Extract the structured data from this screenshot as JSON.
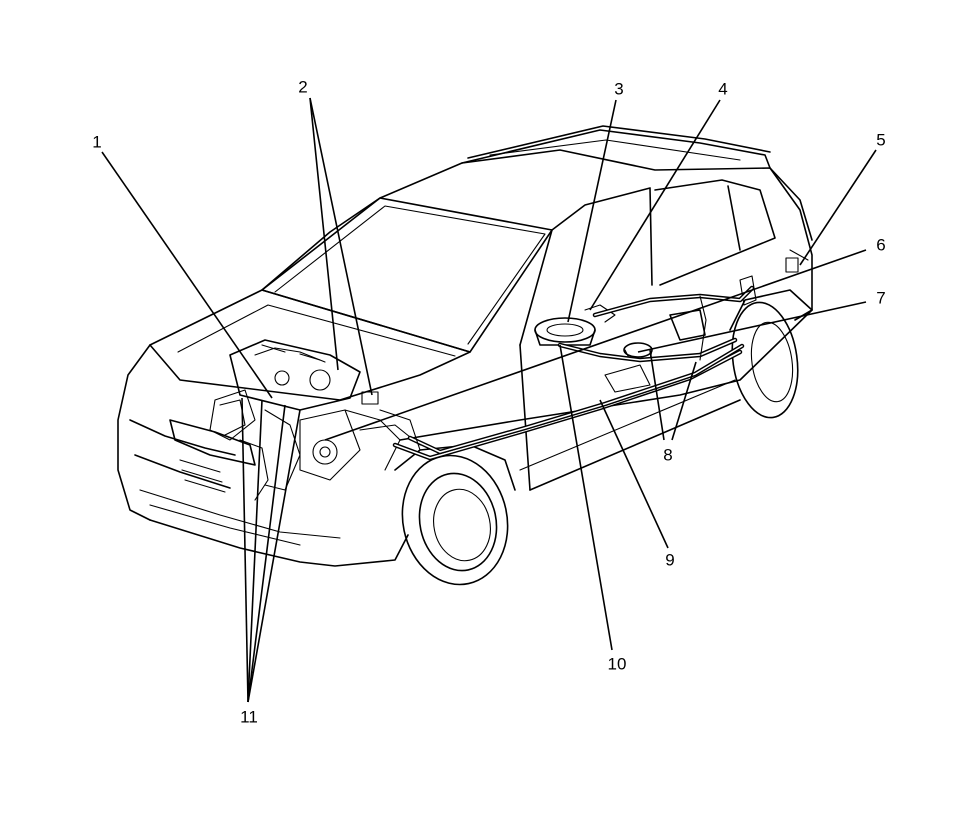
{
  "diagram": {
    "background_color": "#ffffff",
    "line_color": "#000000",
    "callouts": [
      {
        "id": "1",
        "label": "1"
      },
      {
        "id": "2",
        "label": "2"
      },
      {
        "id": "3",
        "label": "3"
      },
      {
        "id": "4",
        "label": "4"
      },
      {
        "id": "5",
        "label": "5"
      },
      {
        "id": "6",
        "label": "6"
      },
      {
        "id": "7",
        "label": "7"
      },
      {
        "id": "8",
        "label": "8"
      },
      {
        "id": "9",
        "label": "9"
      },
      {
        "id": "10",
        "label": "10"
      },
      {
        "id": "11",
        "label": "11"
      }
    ]
  }
}
